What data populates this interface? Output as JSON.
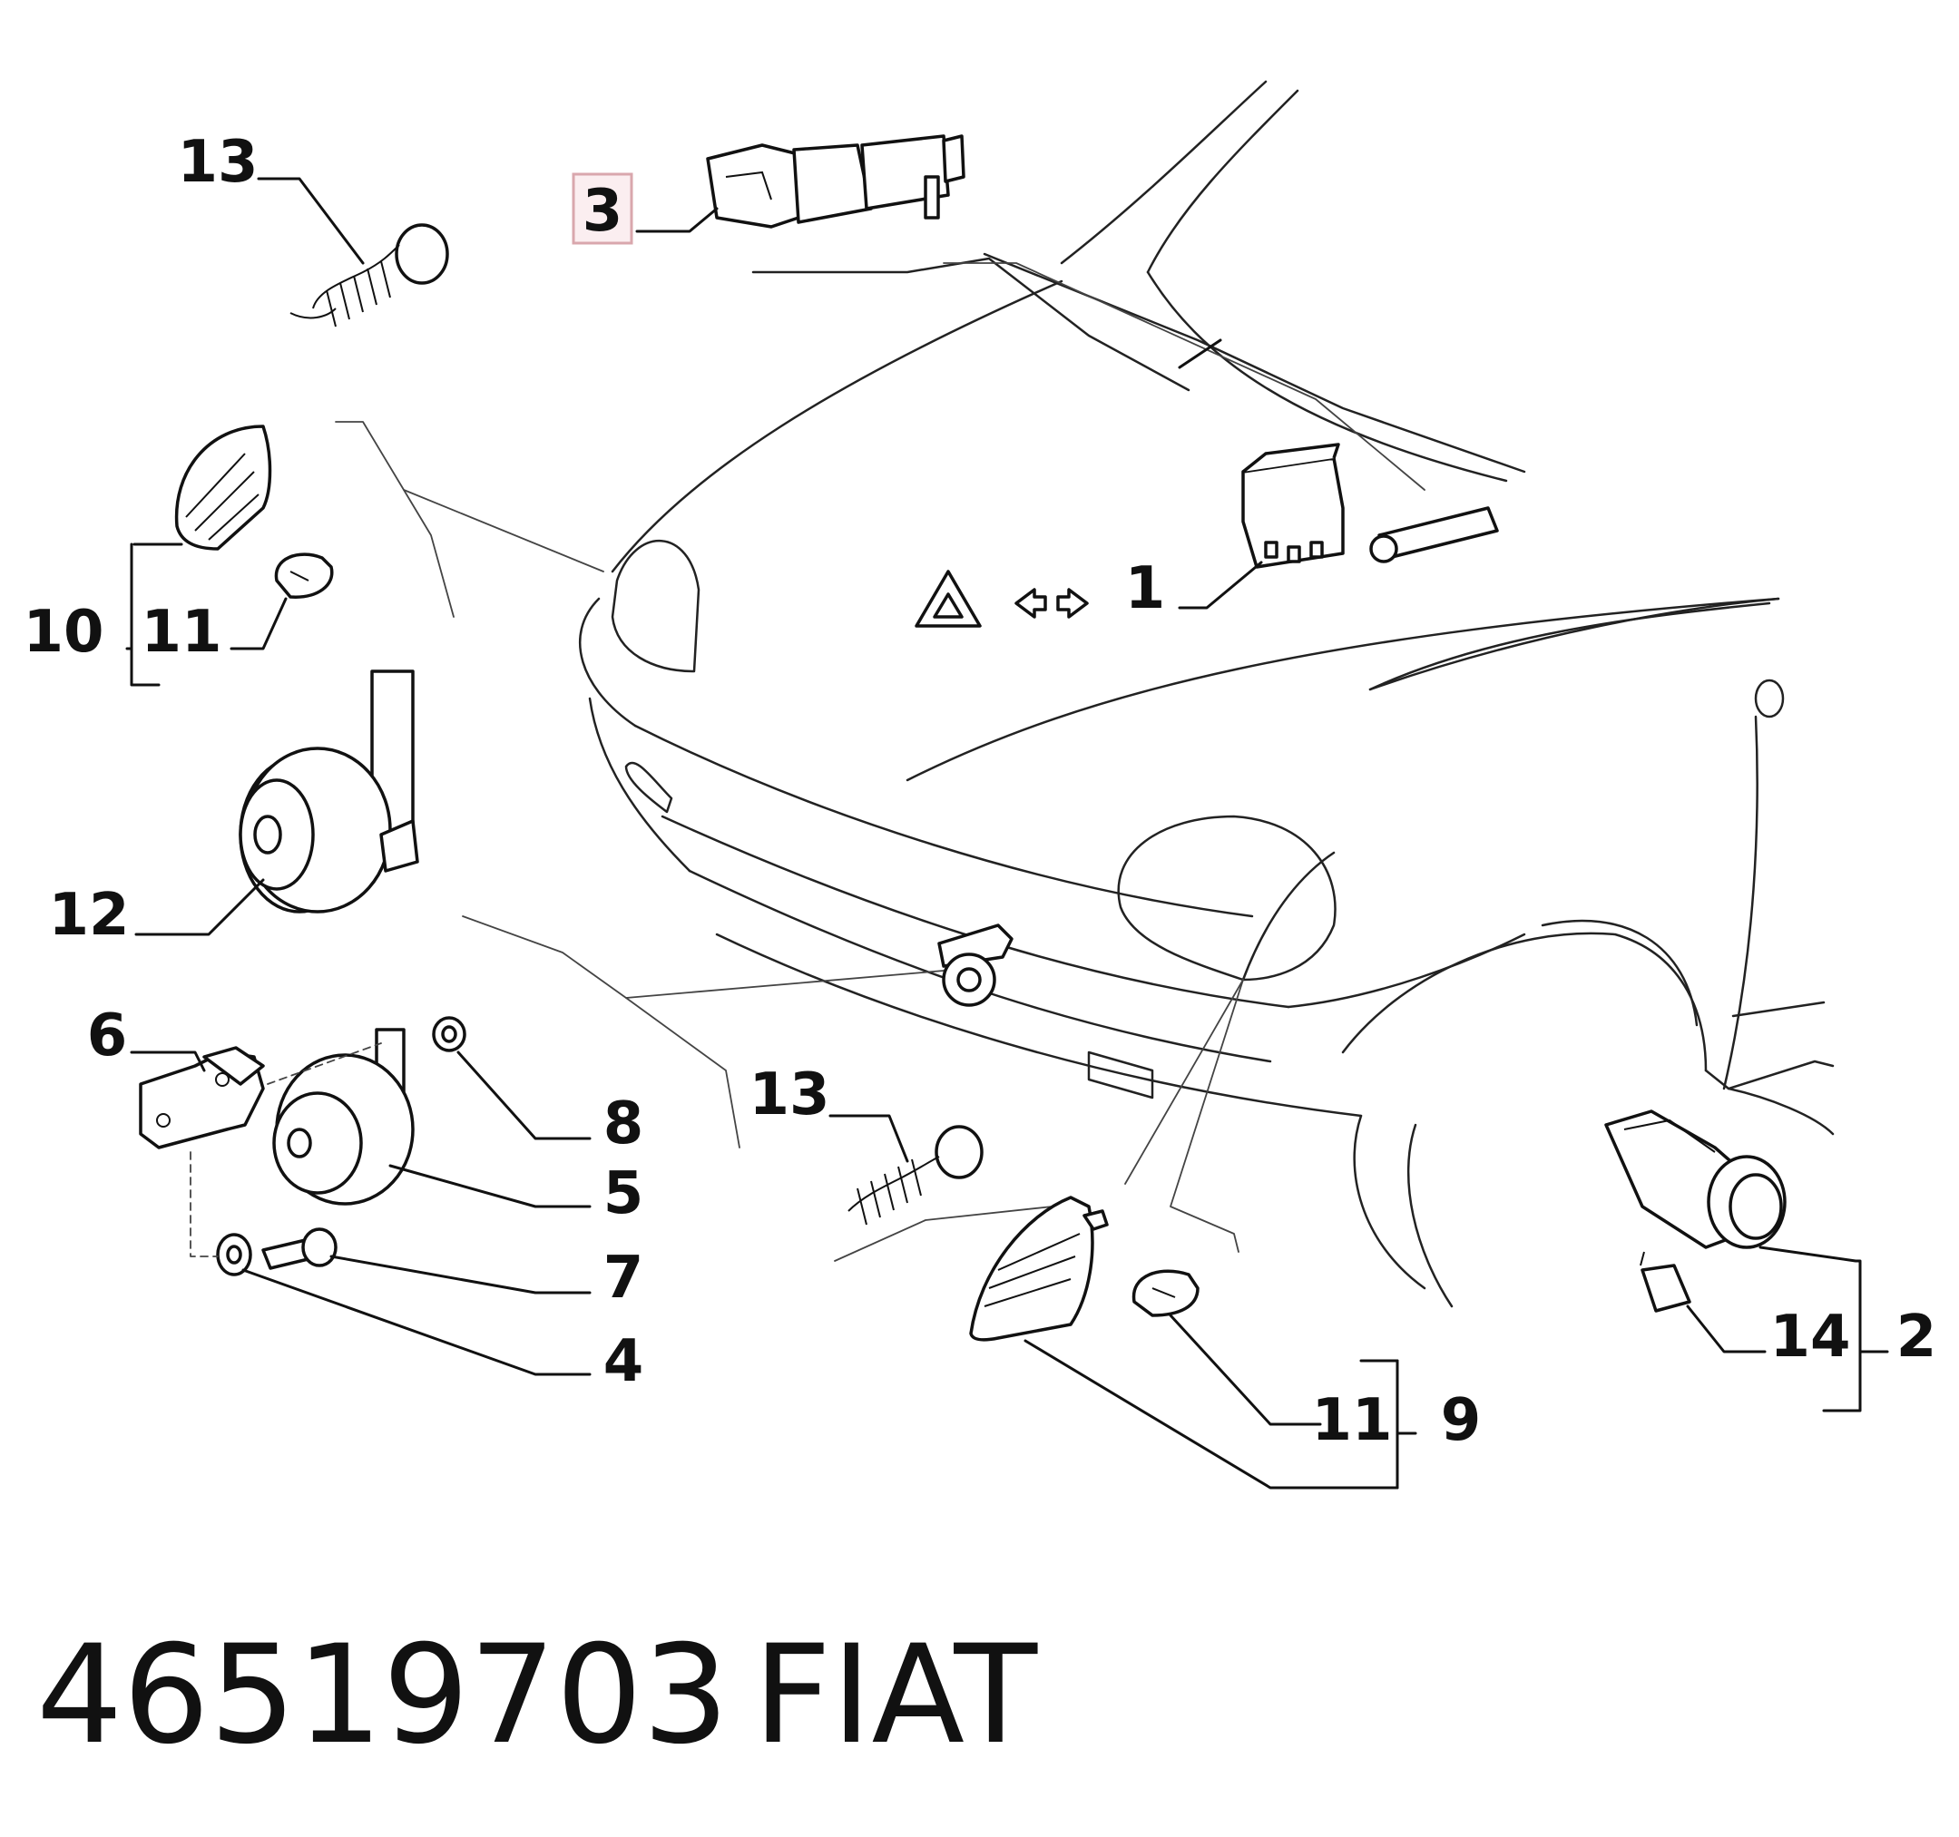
{
  "diagram": {
    "labels": {
      "n1": "1",
      "n2": "2",
      "n3": "3",
      "n4": "4",
      "n5": "5",
      "n6": "6",
      "n7": "7",
      "n8": "8",
      "n9": "9",
      "n10": "10",
      "n11_left": "11",
      "n11_right": "11",
      "n12": "12",
      "n13_top": "13",
      "n13_mid": "13",
      "n14": "14"
    },
    "highlighted_label": "3",
    "highlight_color": "#d9a7ad"
  },
  "caption": {
    "part_number": "46519703",
    "brand": "FIAT"
  }
}
